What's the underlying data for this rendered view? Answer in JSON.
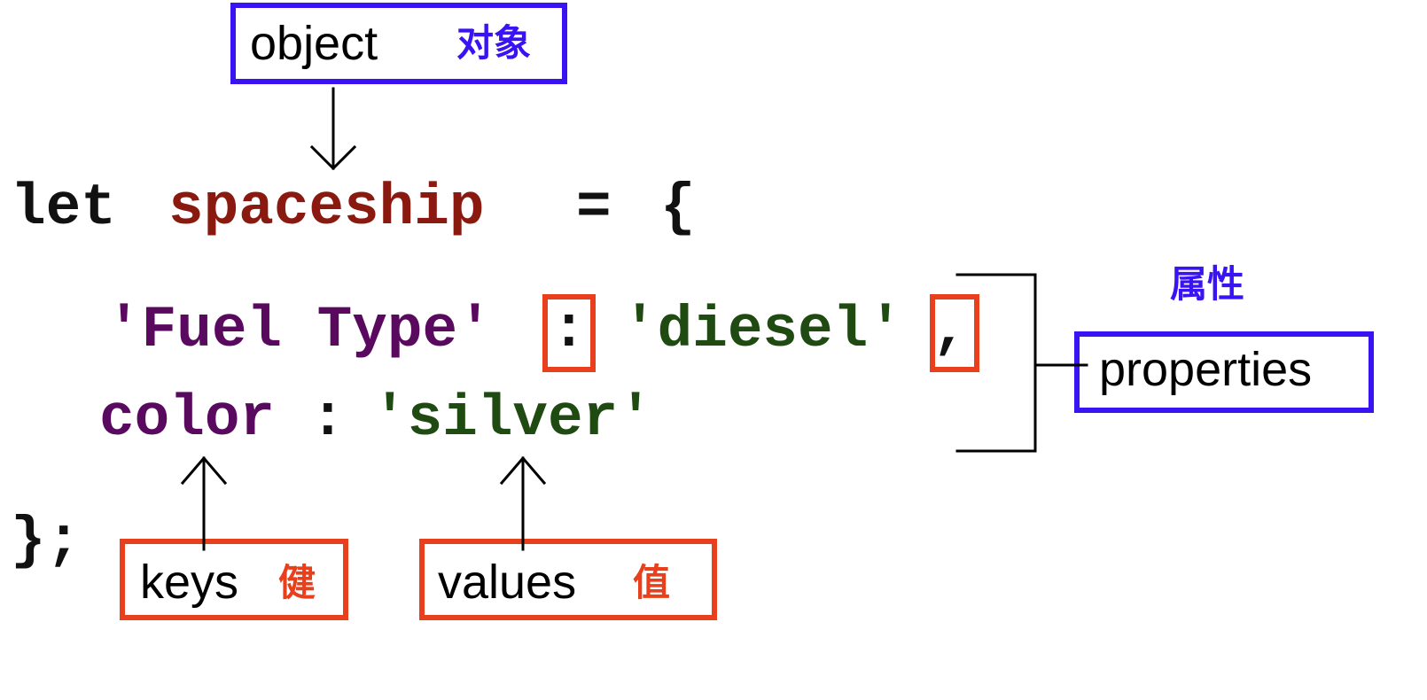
{
  "code": {
    "line1": {
      "keyword": "let",
      "name": "spaceship",
      "assign": "=",
      "brace": "{"
    },
    "line2": {
      "key": "'Fuel Type'",
      "colon": ":",
      "value": "'diesel'",
      "comma": ","
    },
    "line3": {
      "key": "color",
      "colon": ":",
      "value": "'silver'"
    },
    "line4": {
      "close": "};"
    }
  },
  "annotations": {
    "object": {
      "label": "object",
      "cjk": "对象"
    },
    "properties": {
      "label": "properties",
      "cjk": "属性"
    },
    "keys": {
      "label": "keys",
      "cjk": "健"
    },
    "values": {
      "label": "values",
      "cjk": "值"
    }
  },
  "colors": {
    "keyword": "#111111",
    "variable": "#8a1a10",
    "key": "#5a0a5e",
    "value": "#1f4a12",
    "blue_accent": "#3a13f2",
    "red_accent": "#e8401c"
  }
}
